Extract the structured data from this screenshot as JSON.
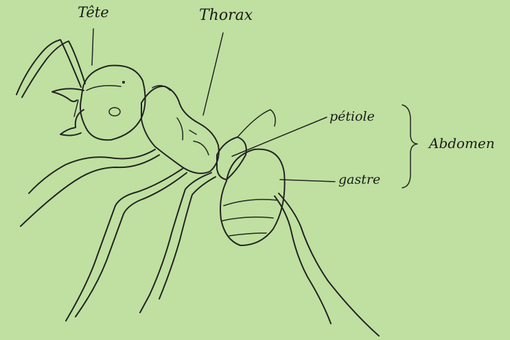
{
  "diagram": {
    "background": "#bfe0a0",
    "ink": "#222222",
    "labels": {
      "tete": "Tête",
      "thorax": "Thorax",
      "petiole": "pétiole",
      "gastre": "gastre",
      "abdomen": "Abdomen"
    }
  }
}
